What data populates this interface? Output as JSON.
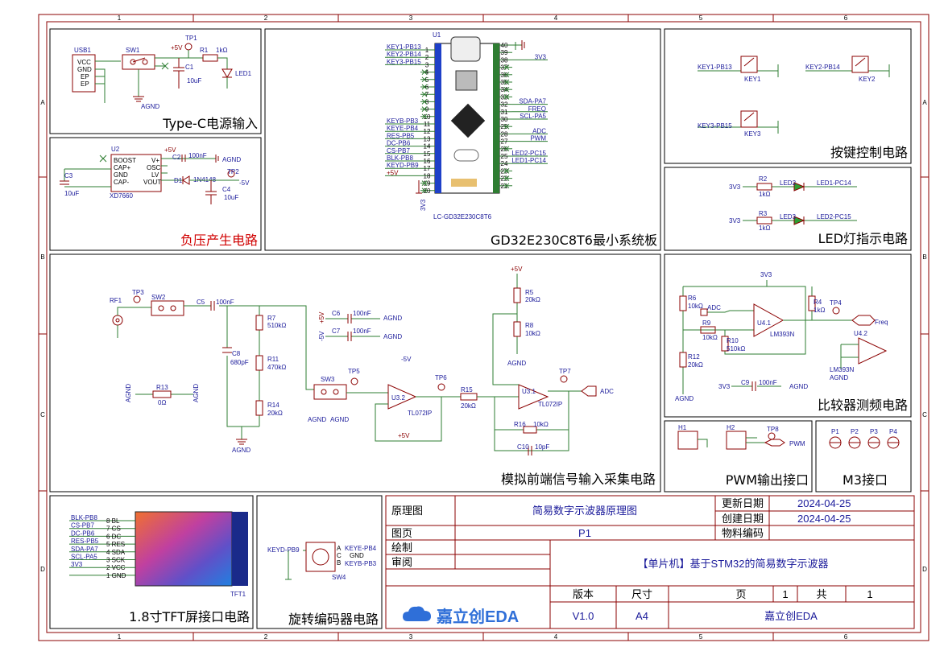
{
  "frame": {
    "col_labels": [
      "1",
      "2",
      "3",
      "4",
      "5",
      "6"
    ],
    "row_labels": [
      "A",
      "B",
      "C",
      "D"
    ]
  },
  "sections": {
    "typec": {
      "title": "Type-C电源输入",
      "labels": {
        "usb1": "USB1",
        "vcc": "VCC",
        "gnd": "GND",
        "ep1": "EP",
        "ep2": "EP",
        "sw1": "SW1",
        "tp1": "TP1",
        "r1": "R1",
        "r1v": "1kΩ",
        "v5": "+5V",
        "c1": "C1",
        "c1v": "10uF",
        "led1": "LED1",
        "agnd": "AGND"
      }
    },
    "neg": {
      "title": "负压产生电路",
      "labels": {
        "u2": "U2",
        "boost": "BOOST",
        "capp": "CAP+",
        "gnd": "GND",
        "capm": "CAP-",
        "vplus": "V+",
        "osc": "OSC",
        "lv": "LV",
        "vout": "VOUT",
        "part": "XD7660",
        "c2": "C2",
        "c2v": "100nF",
        "v5": "+5V",
        "agnd": "AGND",
        "c3": "C3",
        "c3v": "10uF",
        "d1": "D1",
        "d1v": "1N4148",
        "tp2": "TP2",
        "m5": "-5V",
        "c4": "C4",
        "c4v": "10uF"
      }
    },
    "mcu": {
      "title": "GD32E230C8T6最小系统板",
      "u1": "U1",
      "part": "LC-GD32E230C8T6",
      "v3": "3V3",
      "left_nets": [
        "KEY1-PB13",
        "KEY2-PB14",
        "KEY3-PB15",
        "",
        "",
        "",
        "",
        "",
        "",
        "",
        "KEYB-PB3",
        "KEYE-PB4",
        "RES-PB5",
        "DC-PB6",
        "CS-PB7",
        "BLK-PB8",
        "KEYD-PB9",
        "+5V",
        "",
        ""
      ],
      "left_pins": [
        "1",
        "2",
        "3",
        "4",
        "5",
        "6",
        "7",
        "8",
        "9",
        "10",
        "11",
        "12",
        "13",
        "14",
        "15",
        "16",
        "17",
        "18",
        "19",
        "20"
      ],
      "right_pins": [
        "40",
        "39",
        "38",
        "37",
        "36",
        "35",
        "34",
        "33",
        "32",
        "31",
        "30",
        "29",
        "28",
        "27",
        "26",
        "25",
        "24",
        "23",
        "22",
        "21"
      ],
      "right_nets": [
        "",
        "",
        "3V3",
        "",
        "",
        "",
        "",
        "",
        "SDA-PA7",
        "FREQ",
        "SCL-PA5",
        "",
        "ADC",
        "PWM",
        "",
        "LED2-PC15",
        "LED1-PC14",
        "",
        "",
        ""
      ]
    },
    "keys": {
      "title": "按键控制电路",
      "labels": {
        "k1": "KEY1",
        "k2": "KEY2",
        "k3": "KEY3",
        "n1": "KEY1-PB13",
        "n2": "KEY2-PB14",
        "n3": "KEY3-PB15"
      }
    },
    "led": {
      "title": "LED灯指示电路",
      "labels": {
        "v3a": "3V3",
        "v3b": "3V3",
        "r2": "R2",
        "r2v": "1kΩ",
        "r3": "R3",
        "r3v": "1kΩ",
        "l2": "LED2",
        "l3": "LED3",
        "n1": "LED1-PC14",
        "n2": "LED2-PC15"
      }
    },
    "analog": {
      "title": "模拟前端信号输入采集电路",
      "labels": {
        "rf1": "RF1",
        "tp3": "TP3",
        "sw2": "SW2",
        "c5": "C5",
        "c5v": "100nF",
        "r7": "R7",
        "r7v": "510kΩ",
        "c8": "C8",
        "c8v": "680pF",
        "r11": "R11",
        "r11v": "470kΩ",
        "r14": "R14",
        "r14v": "20kΩ",
        "r13": "R13",
        "r13v": "0Ω",
        "c6": "C6",
        "c6v": "100nF",
        "c7": "C7",
        "c7v": "100nF",
        "p5": "+5V",
        "m5": "-5V",
        "sw3": "SW3",
        "tp5": "TP5",
        "u32": "U3.2",
        "tl1": "TL072IP",
        "tp6": "TP6",
        "r15": "R15",
        "r15v": "20kΩ",
        "r5": "R5",
        "r5v": "20kΩ",
        "r8": "R8",
        "r8v": "10kΩ",
        "u31": "U3.1",
        "tl2": "TL072IP",
        "tp7": "TP7",
        "adc": "ADC",
        "r16": "R16",
        "r16v": "10kΩ",
        "c10": "C10",
        "c10v": "10pF",
        "agnd": "AGND",
        "p5b": "+5V",
        "m5b": "-5V"
      }
    },
    "comp": {
      "title": "比较器测频电路",
      "labels": {
        "v33": "3V3",
        "r6": "R6",
        "r6v": "10kΩ",
        "adc": "ADC",
        "r9": "R9",
        "r9v": "10kΩ",
        "r10": "R10",
        "r10v": "510kΩ",
        "r12": "R12",
        "r12v": "20kΩ",
        "u41": "U4.1",
        "lm1": "LM393N",
        "r4": "R4",
        "r4v": "1kΩ",
        "tp4": "TP4",
        "freq": "Freq",
        "u42": "U4.2",
        "lm2": "LM393N",
        "c9": "C9",
        "c9v": "100nF",
        "agnd": "AGND",
        "v3b": "3V3"
      }
    },
    "pwm": {
      "title": "PWM输出接口",
      "labels": {
        "h1": "H1",
        "h2": "H2",
        "tp8": "TP8",
        "pwm": "PWM"
      }
    },
    "m3": {
      "title": "M3接口",
      "labels": [
        "P1",
        "P2",
        "P3",
        "P4"
      ]
    },
    "tft": {
      "title": "1.8寸TFT屏接口电路",
      "nets": [
        "BLK-PB8",
        "CS-PB7",
        "DC-PB6",
        "RES-PB5",
        "SDA-PA7",
        "SCL-PA5",
        "3V3",
        ""
      ],
      "pins": [
        "8 BL",
        "7 CS",
        "6 DC",
        "5 RES",
        "4 SDA",
        "3 SCK",
        "2 VCC",
        "1 GND"
      ],
      "part": "TFT1"
    },
    "enc": {
      "title": "旋转编码器电路",
      "labels": {
        "keyd": "KEYD-PB9",
        "keye": "KEYE-PB4",
        "gnd": "GND",
        "keyb": "KEYB-PB3",
        "sw4": "SW4",
        "a": "A",
        "c": "C",
        "b": "B"
      }
    }
  },
  "title_block": {
    "r1": {
      "k1": "原理图",
      "v1": "简易数字示波器原理图",
      "k2": "更新日期",
      "v2": "2024-04-25"
    },
    "r2": {
      "k2": "创建日期",
      "v2": "2024-04-25"
    },
    "r3": {
      "k1": "图页",
      "v1": "P1",
      "k2": "物料编码"
    },
    "r4": {
      "k1": "绘制"
    },
    "r5": {
      "k1": "审阅",
      "main": "【单片机】基于STM32的简易数字示波器"
    },
    "r6": {
      "h1": "版本",
      "h2": "尺寸",
      "h3": "页",
      "h4": "1",
      "h5": "共",
      "h6": "1"
    },
    "r7": {
      "v1": "V1.0",
      "v2": "A4",
      "v3": "嘉立创EDA"
    },
    "logo": "嘉立创EDA"
  }
}
